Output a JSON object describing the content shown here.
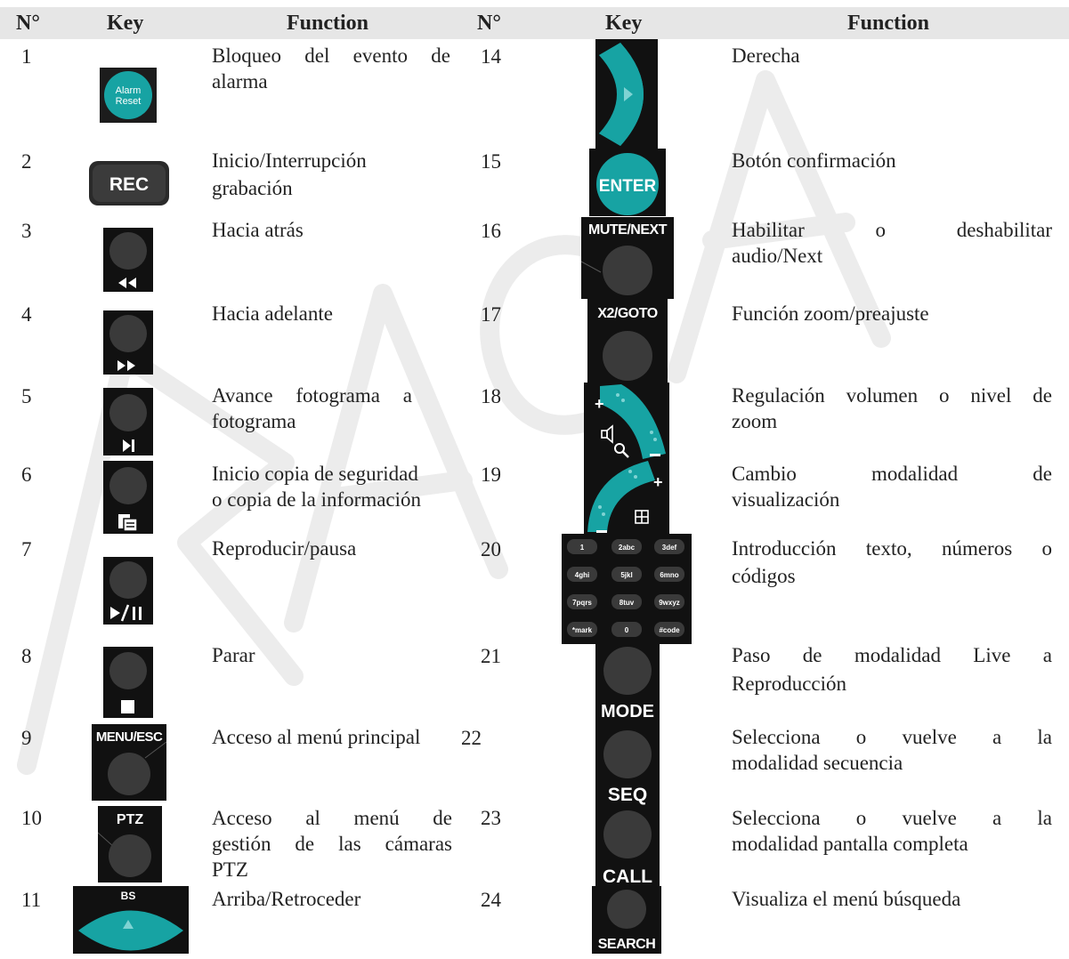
{
  "headers": {
    "no": "N°",
    "key": "Key",
    "function": "Function"
  },
  "colors": {
    "teal": "#17a3a3",
    "key_dark": "#1c1c1c",
    "header_bg": "#e6e6e6"
  },
  "keys": {
    "alarm_line1": "Alarm",
    "alarm_line2": "Reset",
    "rec": "REC",
    "menu_esc": "MENU/ESC",
    "ptz": "PTZ",
    "bs": "BS",
    "enter": "ENTER",
    "mute_next": "MUTE/NEXT",
    "x2_goto": "X2/GOTO",
    "mode": "MODE",
    "seq": "SEQ",
    "call": "CALL",
    "search": "SEARCH",
    "numpad": [
      "1",
      "2abc",
      "3def",
      "4ghi",
      "5jkl",
      "6mno",
      "7pqrs",
      "8tuv",
      "9wxyz",
      "*mark",
      "0",
      "#code"
    ]
  },
  "rows_left": [
    {
      "no": "1",
      "icon": "alarm-reset-key-icon",
      "lines": [
        "Bloqueo del evento de",
        "alarma"
      ]
    },
    {
      "no": "2",
      "icon": "rec-key-icon",
      "lines": [
        "Inicio/Interrupción",
        "grabación"
      ]
    },
    {
      "no": "3",
      "icon": "rewind-key-icon",
      "lines": [
        "Hacia atrás"
      ]
    },
    {
      "no": "4",
      "icon": "fast-forward-key-icon",
      "lines": [
        "Hacia adelante"
      ]
    },
    {
      "no": "5",
      "icon": "frame-step-key-icon",
      "lines": [
        "Avance fotograma a",
        "fotograma"
      ]
    },
    {
      "no": "6",
      "icon": "backup-key-icon",
      "lines": [
        "Inicio copia de seguridad",
        "o copia de la información"
      ]
    },
    {
      "no": "7",
      "icon": "play-pause-key-icon",
      "lines": [
        "Reproducir/pausa"
      ]
    },
    {
      "no": "8",
      "icon": "stop-key-icon",
      "lines": [
        "Parar"
      ]
    },
    {
      "no": "9",
      "icon": "menu-esc-key-icon",
      "lines": [
        "Acceso al menú principal"
      ]
    },
    {
      "no": "10",
      "icon": "ptz-key-icon",
      "lines": [
        "Acceso al menú de",
        "gestión de las cámaras",
        "PTZ"
      ]
    },
    {
      "no": "11",
      "icon": "up-arrow-key-icon",
      "lines": [
        "Arriba/Retroceder"
      ]
    }
  ],
  "rows_right": [
    {
      "no": "14",
      "icon": "right-arrow-key-icon",
      "lines": [
        "Derecha"
      ]
    },
    {
      "no": "15",
      "icon": "enter-key-icon",
      "lines": [
        "Botón confirmación"
      ]
    },
    {
      "no": "16",
      "icon": "mute-next-key-icon",
      "lines": [
        "Habilitar o deshabilitar",
        "audio/Next"
      ]
    },
    {
      "no": "17",
      "icon": "zoom-goto-key-icon",
      "lines": [
        "Función zoom/preajuste"
      ]
    },
    {
      "no": "18",
      "icon": "volume-zoom-dial-icon",
      "lines": [
        "Regulación volumen o nivel de",
        "zoom"
      ]
    },
    {
      "no": "19",
      "icon": "display-mode-dial-icon",
      "lines": [
        "Cambio modalidad de",
        "visualización"
      ]
    },
    {
      "no": "20",
      "icon": "numeric-keypad-icon",
      "lines": [
        "Introducción texto, números o",
        "códigos"
      ]
    },
    {
      "no": "21",
      "icon": "mode-key-icon",
      "lines": [
        "Paso de modalidad Live a",
        "Reproducción"
      ]
    },
    {
      "no": "22",
      "icon": "seq-key-icon",
      "lines": [
        "Selecciona o vuelve a la",
        "modalidad secuencia"
      ]
    },
    {
      "no": "23",
      "icon": "call-key-icon",
      "lines": [
        "Selecciona o vuelve a la",
        "modalidad pantalla completa"
      ]
    },
    {
      "no": "24",
      "icon": "search-key-icon",
      "lines": [
        "Visualiza el menú búsqueda"
      ]
    }
  ]
}
